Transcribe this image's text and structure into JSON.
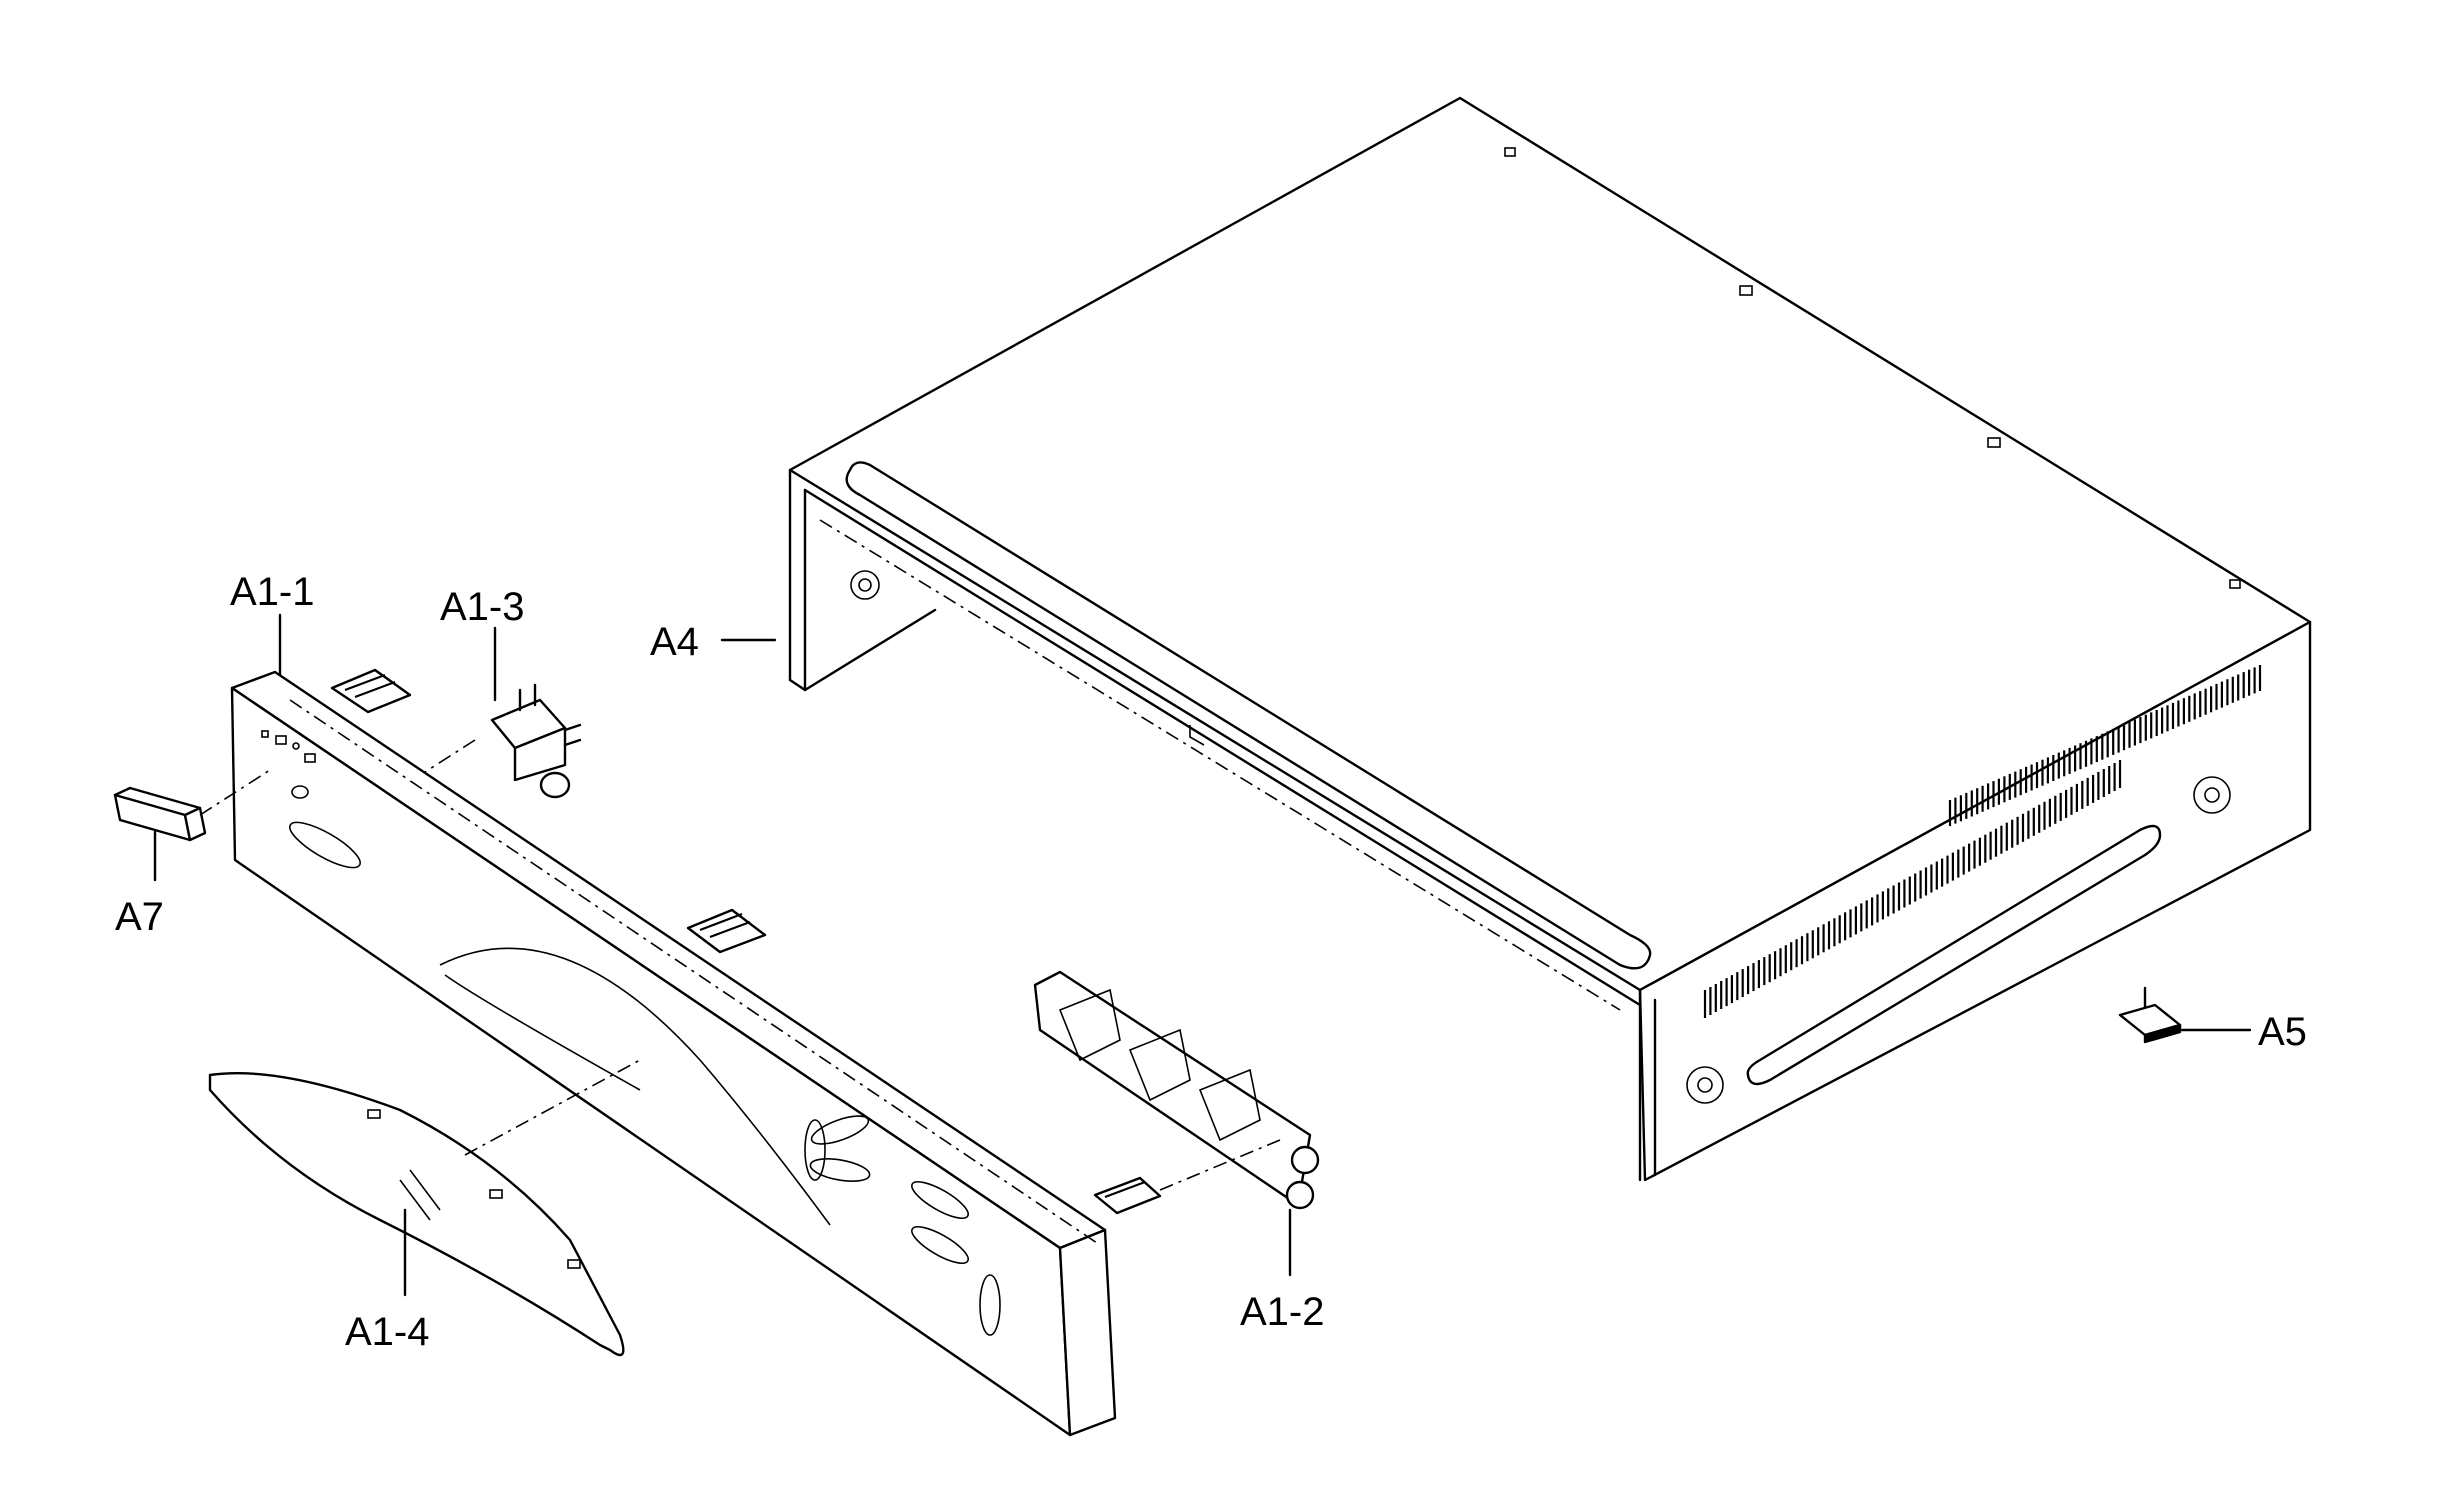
{
  "diagram": {
    "labels": {
      "a1_1": "A1-1",
      "a1_2": "A1-2",
      "a1_3": "A1-3",
      "a1_4": "A1-4",
      "a4": "A4",
      "a5": "A5",
      "a7": "A7"
    }
  }
}
